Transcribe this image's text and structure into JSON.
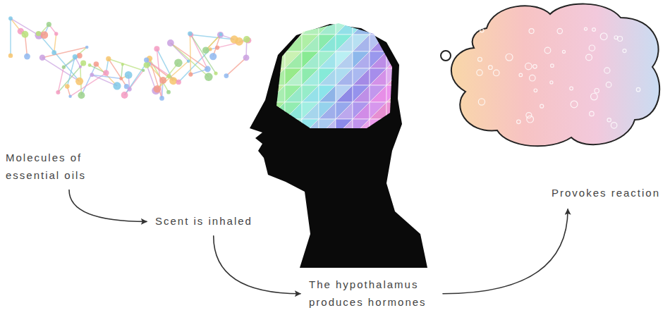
{
  "diagram": {
    "nodes": [
      {
        "text": [
          "Molecules of essential oils"
        ]
      },
      {
        "text": [
          "Scent is inhaled"
        ]
      },
      {
        "text": [
          "The hypothalamus produces hormones"
        ]
      },
      {
        "text": [
          "Provokes reaction"
        ]
      }
    ],
    "edges": [
      {
        "from": 0,
        "to": 1,
        "arrow": "to"
      },
      {
        "from": 1,
        "to": 2,
        "arrow": "to"
      },
      {
        "from": 2,
        "to": 3,
        "arrow": "to"
      }
    ]
  }
}
